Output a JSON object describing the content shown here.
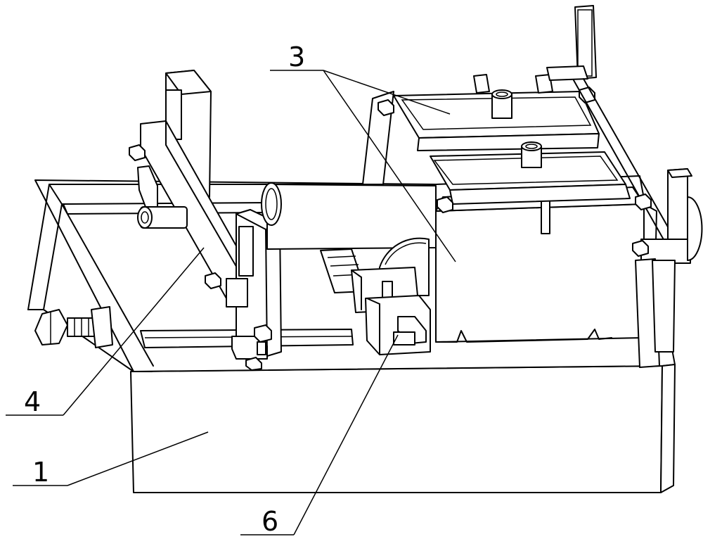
{
  "figure": {
    "callouts": [
      {
        "id": "1",
        "label": "1"
      },
      {
        "id": "3",
        "label": "3"
      },
      {
        "id": "4",
        "label": "4"
      },
      {
        "id": "6",
        "label": "6"
      }
    ]
  }
}
